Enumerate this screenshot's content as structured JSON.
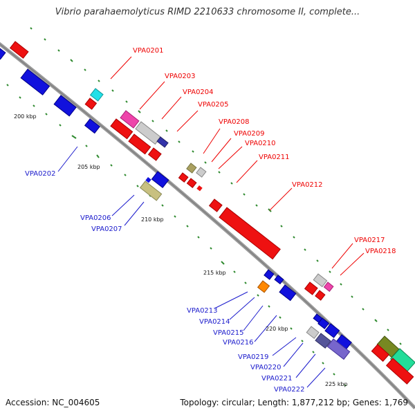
{
  "title": "Vibrio parahaemolyticus RIMD 2210633 chromosome II, complete...",
  "footer": {
    "accession": "Accession: NC_004605",
    "summary": "Topology: circular; Length: 1,877,212 bp; Genes: 1,769"
  },
  "colors": {
    "forward_label": "#ee0000",
    "reverse_label": "#1a1acc",
    "backbone": "#999999",
    "tick": "#2f8a2f"
  },
  "scale_labels": [
    "200 kbp",
    "205 kbp",
    "210 kbp",
    "215 kbp",
    "220 kbp",
    "225 kbp"
  ],
  "genes": {
    "forward": [
      "VPA0201",
      "VPA0203",
      "VPA0204",
      "VPA0205",
      "VPA0208",
      "VPA0209",
      "VPA0210",
      "VPA0211",
      "VPA0212",
      "VPA0217",
      "VPA0218"
    ],
    "reverse": [
      "VPA0202",
      "VPA0206",
      "VPA0207",
      "VPA0213",
      "VPA0214",
      "VPA0215",
      "VPA0216",
      "VPA0219",
      "VPA0220",
      "VPA0221",
      "VPA0222"
    ]
  }
}
